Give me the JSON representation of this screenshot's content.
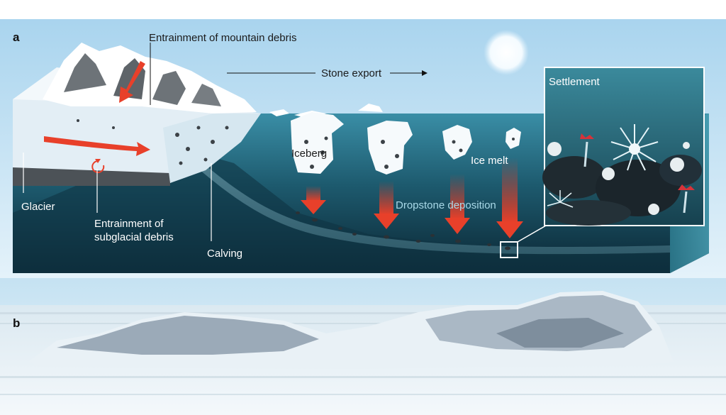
{
  "panels": {
    "a": "a",
    "b": "b"
  },
  "labels": {
    "entrainment_mountain": "Entrainment of mountain debris",
    "stone_export": "Stone export",
    "settlement": "Settlement",
    "iceberg": "Iceberg",
    "ice_melt": "Ice melt",
    "dropstone_deposition": "Dropstone deposition",
    "glacier": "Glacier",
    "entrainment_subglacial_1": "Entrainment of",
    "entrainment_subglacial_2": "subglacial debris",
    "calving": "Calving"
  },
  "colors": {
    "arrow_red": "#e8402a",
    "water_top": "#3f8fa6",
    "water_deep": "#0c2a36",
    "sky": "#bfe0f1"
  }
}
